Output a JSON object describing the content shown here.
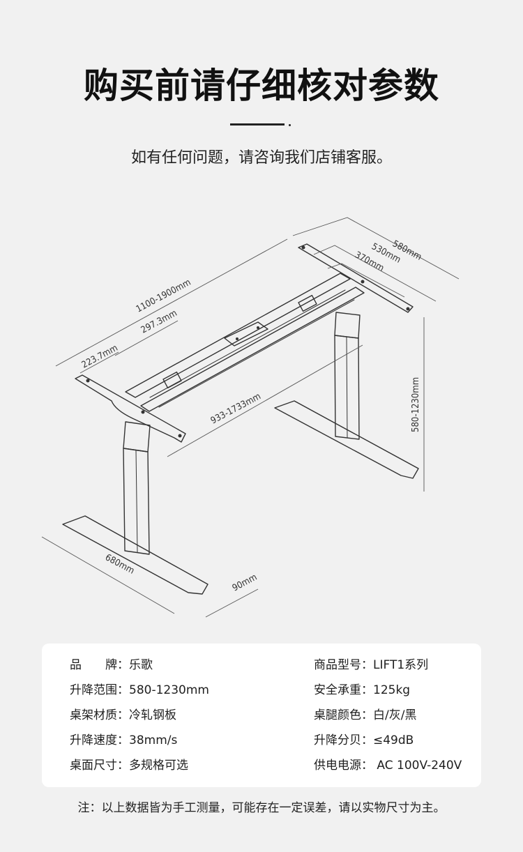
{
  "header": {
    "title": "购买前请仔细核对参数",
    "subtitle": "如有任何问题，请咨询我们店铺客服。"
  },
  "drawing": {
    "dimensions": {
      "d580": "580mm",
      "d530": "530mm",
      "d370": "370mm",
      "d1100": "1100-1900mm",
      "d297": "297.3mm",
      "d223": "223.7mm",
      "d933": "933-1733mm",
      "d5801230": "580-1230mm",
      "d680": "680mm",
      "d90": "90mm"
    }
  },
  "specs": {
    "left": [
      {
        "label_a": "品",
        "label_b": "牌",
        "sep": "：",
        "value": "乐歌"
      },
      {
        "label": "升降范围",
        "sep": "：",
        "value": "580-1230mm"
      },
      {
        "label": "桌架材质",
        "sep": "：",
        "value": "冷轧钢板"
      },
      {
        "label": "升降速度",
        "sep": "：",
        "value": "38mm/s"
      },
      {
        "label": "桌面尺寸",
        "sep": "：",
        "value": "多规格可选"
      }
    ],
    "right": [
      {
        "label": "商品型号",
        "sep": "：",
        "value": "LIFT1系列"
      },
      {
        "label": "安全承重",
        "sep": "：",
        "value": "125kg"
      },
      {
        "label": "桌腿颜色",
        "sep": "：",
        "value": "白/灰/黑"
      },
      {
        "label": "升降分贝",
        "sep": "：",
        "value": "≤49dB"
      },
      {
        "label": "供电电源",
        "sep": "：",
        "value": " AC 100V-240V"
      }
    ]
  },
  "footer": {
    "note": "注：以上数据皆为手工测量，可能存在一定误差，请以实物尺寸为主。"
  }
}
